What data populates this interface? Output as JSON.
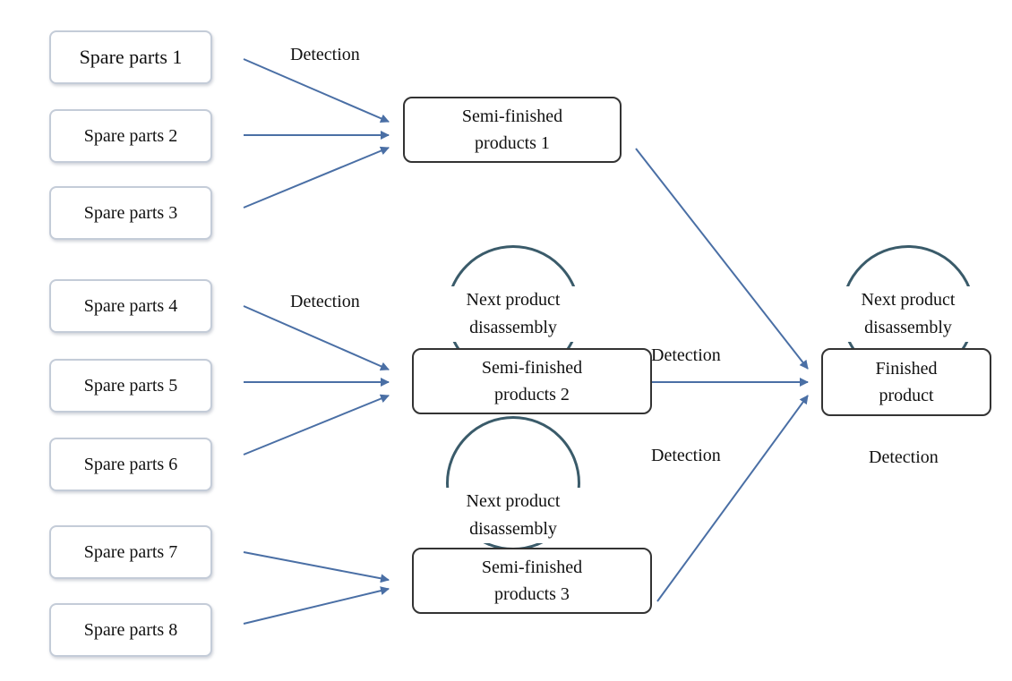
{
  "diagram": {
    "spare_parts": [
      "Spare parts 1",
      "Spare parts 2",
      "Spare parts 3",
      "Spare parts 4",
      "Spare parts 5",
      "Spare parts 6",
      "Spare parts 7",
      "Spare parts 8"
    ],
    "semi_finished": [
      {
        "line1": "Semi-finished",
        "line2": "products 1"
      },
      {
        "line1": "Semi-finished",
        "line2": "products 2"
      },
      {
        "line1": "Semi-finished",
        "line2": "products 3"
      }
    ],
    "finished": {
      "line1": "Finished",
      "line2": "product"
    },
    "loop_label": {
      "line1": "Next product",
      "line2": "disassembly"
    },
    "detection_label": "Detection",
    "colors": {
      "arrow": "#4a6fa5",
      "loop": "#3a5b6a",
      "part_border": "#c4ccd8",
      "product_border": "#333333"
    }
  }
}
